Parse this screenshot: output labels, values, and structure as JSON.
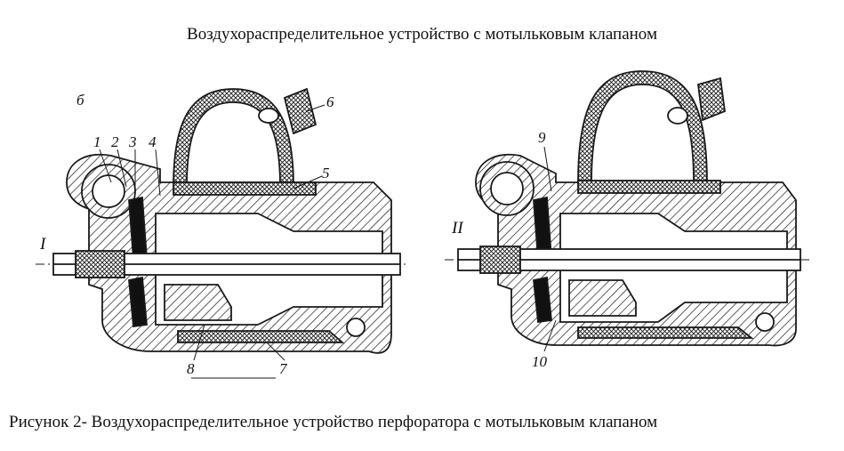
{
  "title": "Воздухораспределительное устройство с мотыльковым клапаном",
  "caption": "Рисунок 2- Воздухораспределительное устройство перфоратора с мотыльковым клапаном",
  "views": {
    "left": {
      "view_letter": "б",
      "section": "I"
    },
    "right": {
      "section": "II"
    }
  },
  "callouts": {
    "c1": "1",
    "c2": "2",
    "c3": "3",
    "c4": "4",
    "c5": "5",
    "c6": "6",
    "c7": "7",
    "c8": "8",
    "c9": "9",
    "c10": "10"
  },
  "colors": {
    "ink": "#1a1a1a",
    "paper": "#ffffff"
  }
}
